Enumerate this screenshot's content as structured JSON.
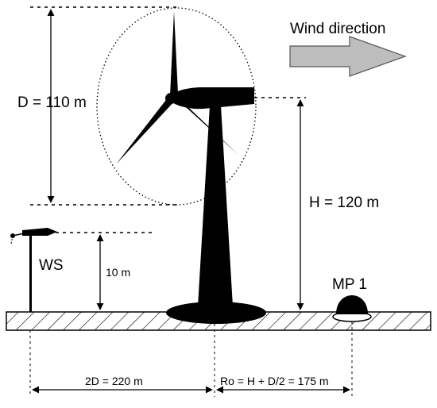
{
  "wind": {
    "label": "Wind direction"
  },
  "rotor": {
    "label": "D = 110 m"
  },
  "hub": {
    "label": "H = 120 m"
  },
  "station": {
    "label": "WS",
    "height_label": "10 m"
  },
  "measurement_point": {
    "label": "MP 1"
  },
  "distances": {
    "station_to_turbine": "2D = 220 m",
    "turbine_to_mp": "Ro = H + D/2 = 175 m"
  },
  "colors": {
    "ink": "#000000",
    "arrow_fill": "#bdbdbd",
    "ground_hatch": "#000000"
  }
}
